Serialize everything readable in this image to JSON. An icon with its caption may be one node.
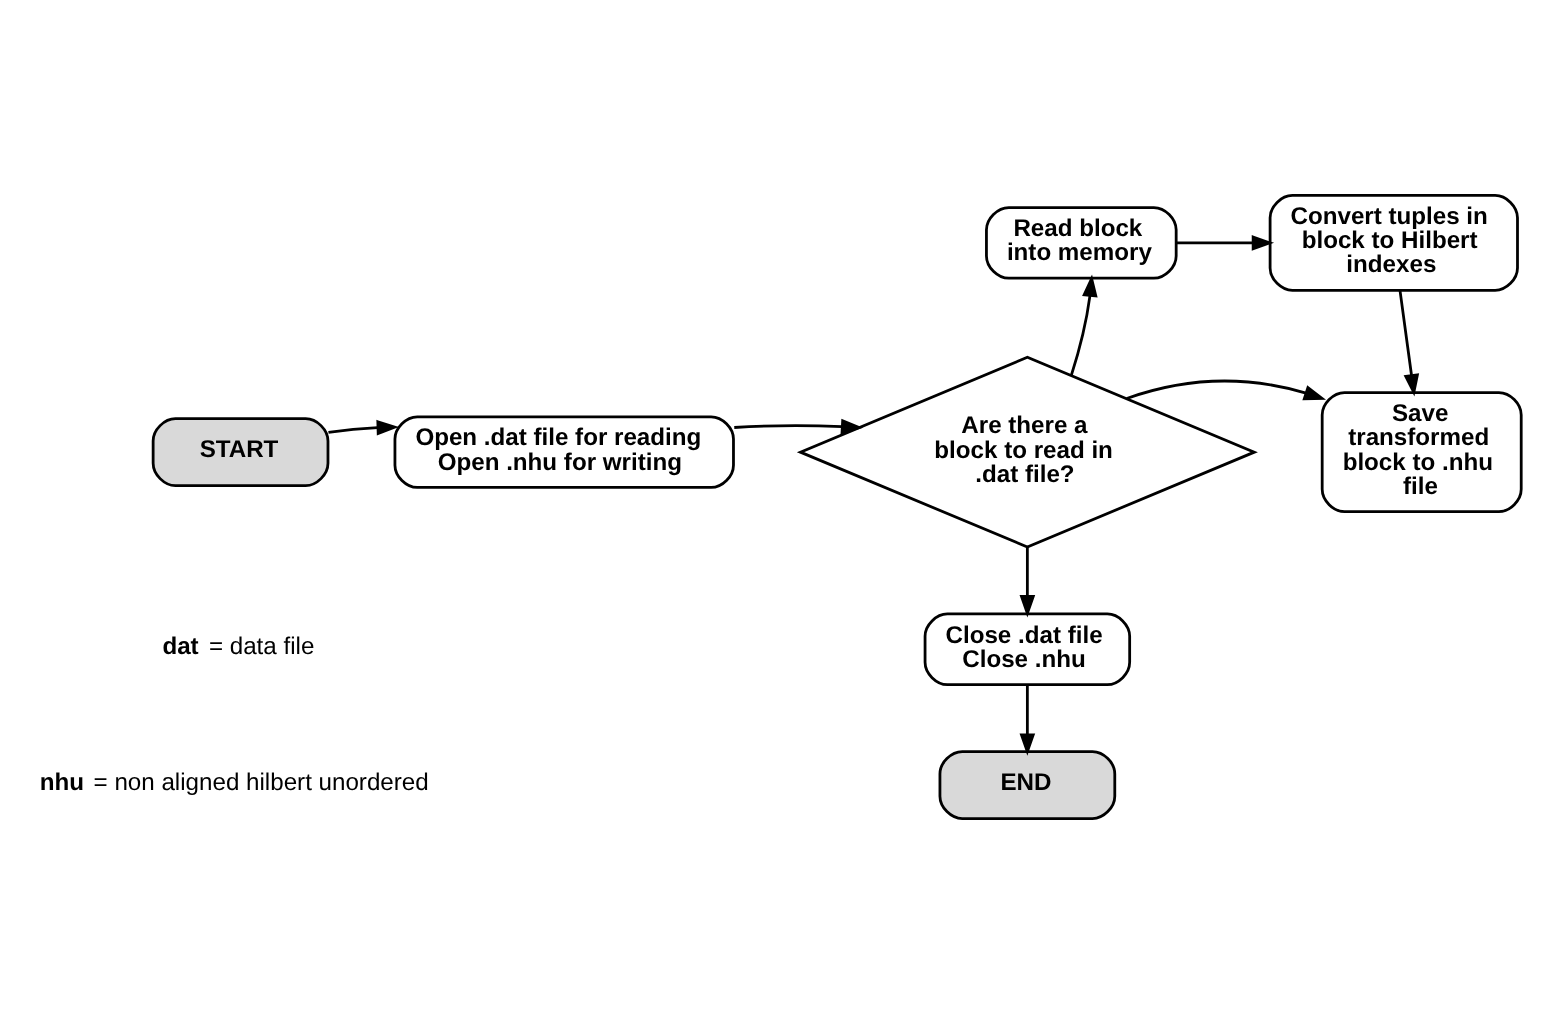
{
  "diagram": {
    "nodes": [
      {
        "text": [
          "START"
        ]
      },
      {
        "text": [
          "Open .dat file for reading",
          "Open .nhu for writing"
        ]
      },
      {
        "text": [
          "Are there a block to read in .dat file?"
        ]
      },
      {
        "text": [
          "Read block into memory"
        ]
      },
      {
        "text": [
          "Convert tuples in block to Hilbert indexes"
        ]
      },
      {
        "text": [
          "Save transformed block to .nhu file"
        ]
      },
      {
        "text": [
          "Close .dat file",
          "Close .nhu"
        ]
      },
      {
        "text": [
          "END"
        ]
      }
    ],
    "edges": [
      {
        "from": 0,
        "to": 1,
        "arrow": "to"
      },
      {
        "from": 1,
        "to": 2,
        "arrow": "to"
      },
      {
        "from": 2,
        "to": 3,
        "arrow": "to"
      },
      {
        "from": 3,
        "to": 4,
        "arrow": "to"
      },
      {
        "from": 4,
        "to": 5,
        "arrow": "to"
      },
      {
        "from": 2,
        "to": 5,
        "arrow": "to"
      },
      {
        "from": 2,
        "to": 6,
        "arrow": "to"
      },
      {
        "from": 6,
        "to": 7,
        "arrow": "to"
      }
    ],
    "labels": [
      "**dat** = data file",
      "**nhu** = non aligned hilbert unordered"
    ]
  }
}
